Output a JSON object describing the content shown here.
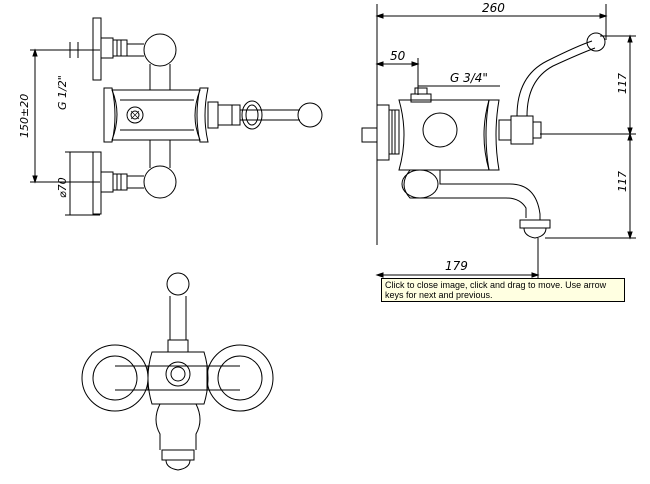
{
  "drawing": {
    "dimensions": {
      "width_260": "260",
      "offset_50": "50",
      "thread_g34": "G 3/4\"",
      "height_117_top": "117",
      "height_117_bottom": "117",
      "length_179": "179",
      "spacing_150": "150±20",
      "thread_g12": "G 1/2\"",
      "diameter_70": "⌀70"
    }
  },
  "tooltip": {
    "text": "Click to close image, click and drag to move. Use arrow keys for next and previous."
  }
}
